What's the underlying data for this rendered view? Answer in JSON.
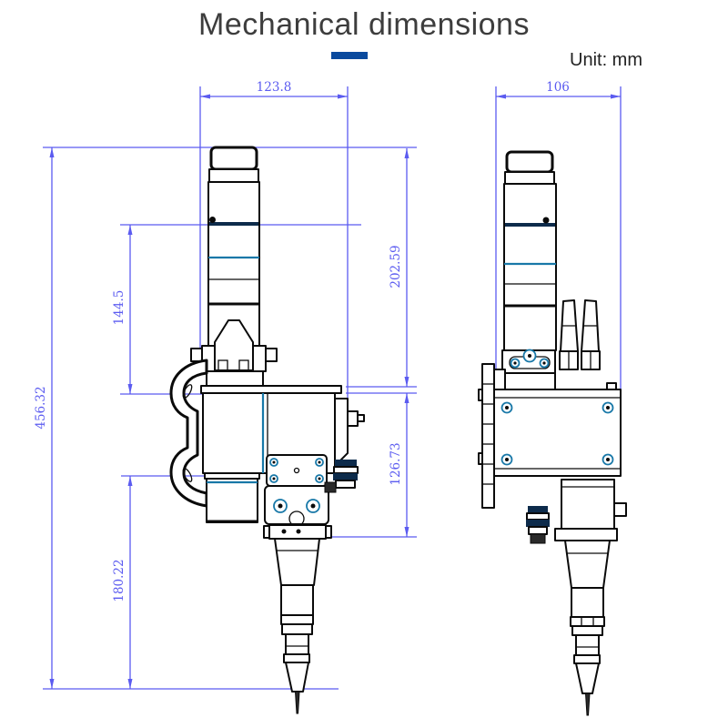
{
  "header": {
    "title": "Mechanical dimensions",
    "unit_label": "Unit: mm",
    "accent_bar_color": "#0a4a9e"
  },
  "colors": {
    "dimension_lines": "#5b5bf0",
    "drawing_outline": "#0a0a0a",
    "accent_teal": "#1878a8",
    "accent_navy": "#0d2b4b"
  },
  "drawing": {
    "unit": "mm",
    "views": [
      "front view",
      "side view"
    ],
    "dimensions": {
      "front_overall_width": "123.8",
      "front_total_height": "456.32",
      "front_collimator_section": "144.5",
      "front_upper_section": "202.59",
      "front_body_section": "126.73",
      "front_nozzle_section": "180.22",
      "side_overall_width": "106"
    }
  }
}
